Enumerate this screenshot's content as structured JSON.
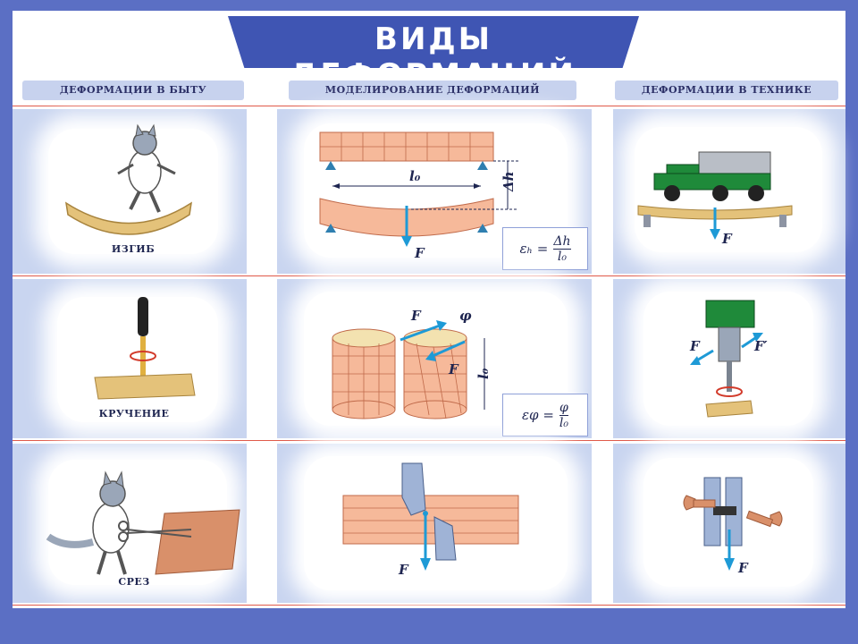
{
  "title": "ВИДЫ ДЕФОРМАЦИЙ",
  "columns": {
    "everyday": "ДЕФОРМАЦИИ В БЫТУ",
    "modeling": "МОДЕЛИРОВАНИЕ ДЕФОРМАЦИЙ",
    "technology": "ДЕФОРМАЦИИ В ТЕХНИКЕ"
  },
  "rows": {
    "bending": {
      "caption": "ИЗГИБ",
      "length_label": "l₀",
      "delta_label": "Δh",
      "force": "F",
      "formula_lhs": "εₕ =",
      "formula_num": "Δh",
      "formula_den": "l₀"
    },
    "torsion": {
      "caption": "КРУЧЕНИЕ",
      "angle_label": "φ",
      "length_label": "l₀",
      "force": "F",
      "force_prime": "F′",
      "formula_lhs": "εφ =",
      "formula_num": "φ",
      "formula_den": "l₀"
    },
    "shear": {
      "caption": "СРЕЗ",
      "force": "F"
    }
  },
  "colors": {
    "frame": "#5b6fc4",
    "title_band": "#3f55b3",
    "cell_bg": "#c9d5f0",
    "beam": "#f6b99a",
    "wood": "#e4c27a",
    "arrow": "#1e9ad6",
    "truck": "#1f8a3a"
  }
}
